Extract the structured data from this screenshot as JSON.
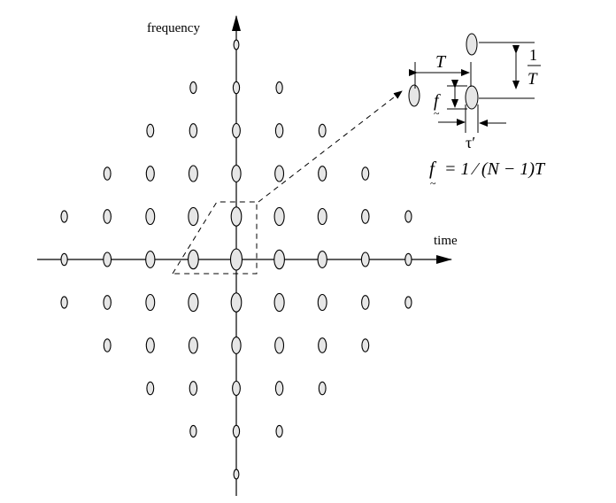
{
  "axes": {
    "y_label": "frequency",
    "x_label": "time"
  },
  "lattice": {
    "rows": [
      {
        "row": 5,
        "cols": [
          0,
          0
        ]
      },
      {
        "row": 4,
        "cols": [
          -1,
          1
        ]
      },
      {
        "row": 3,
        "cols": [
          -2,
          2
        ]
      },
      {
        "row": 2,
        "cols": [
          -3,
          3
        ]
      },
      {
        "row": 1,
        "cols": [
          -4,
          4
        ]
      },
      {
        "row": 0,
        "cols": [
          -4,
          4
        ]
      },
      {
        "row": -1,
        "cols": [
          -4,
          4
        ]
      },
      {
        "row": -2,
        "cols": [
          -3,
          3
        ]
      },
      {
        "row": -3,
        "cols": [
          -2,
          2
        ]
      },
      {
        "row": -4,
        "cols": [
          -1,
          1
        ]
      },
      {
        "row": -5,
        "cols": [
          0,
          0
        ]
      }
    ],
    "fill": "#e6e6e6"
  },
  "inset": {
    "T_label": "T",
    "inv_T_num": "1",
    "inv_T_den": "T",
    "f_label": "f",
    "tau_label": "τ′",
    "formula_lhs": "f",
    "formula_rhs": "=  1 ⁄ (N − 1)T"
  }
}
